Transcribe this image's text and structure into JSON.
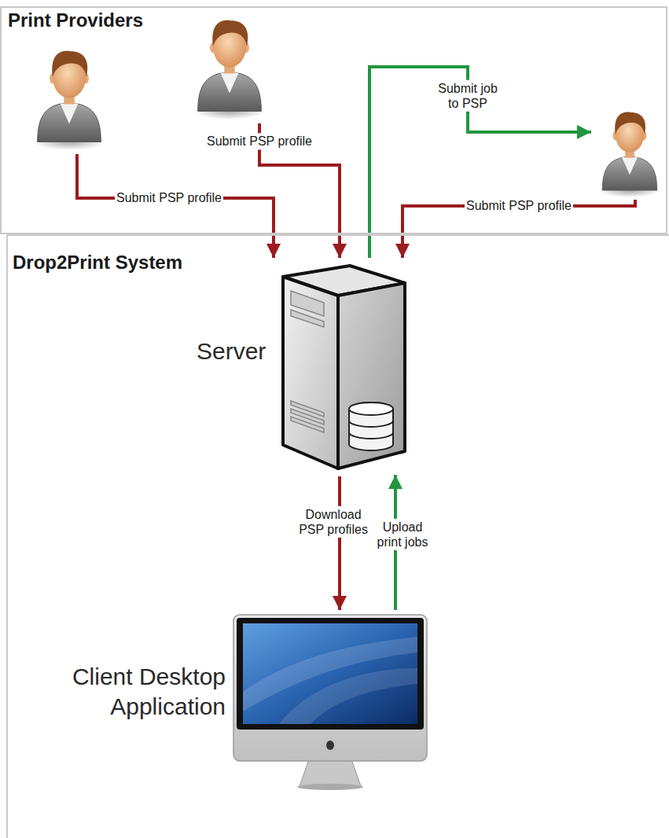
{
  "diagram": {
    "nodes": [
      {
        "text": [
          "Print Providers"
        ]
      },
      {
        "text": [],
        "in": 0
      },
      {
        "text": [],
        "in": 0
      },
      {
        "text": [],
        "in": 0
      },
      {
        "text": [
          "Drop2Print System"
        ]
      },
      {
        "text": [
          "Server"
        ],
        "in": 4
      },
      {
        "text": [
          "Client Desktop Application"
        ],
        "in": 4
      }
    ],
    "edges": [
      {
        "from": 1,
        "to": 5,
        "label": "Submit PSP profile",
        "arrow": "to"
      },
      {
        "from": 2,
        "to": 5,
        "label": "Submit PSP profile",
        "arrow": "to"
      },
      {
        "from": 3,
        "to": 5,
        "label": "Submit PSP profile",
        "arrow": "to"
      },
      {
        "from": 5,
        "to": 3,
        "label": "Submit job to PSP",
        "arrow": "to"
      },
      {
        "from": 5,
        "to": 6,
        "label": "Download PSP profiles",
        "arrow": "to"
      },
      {
        "from": 6,
        "to": 5,
        "label": "Upload print jobs",
        "arrow": "to"
      }
    ]
  }
}
